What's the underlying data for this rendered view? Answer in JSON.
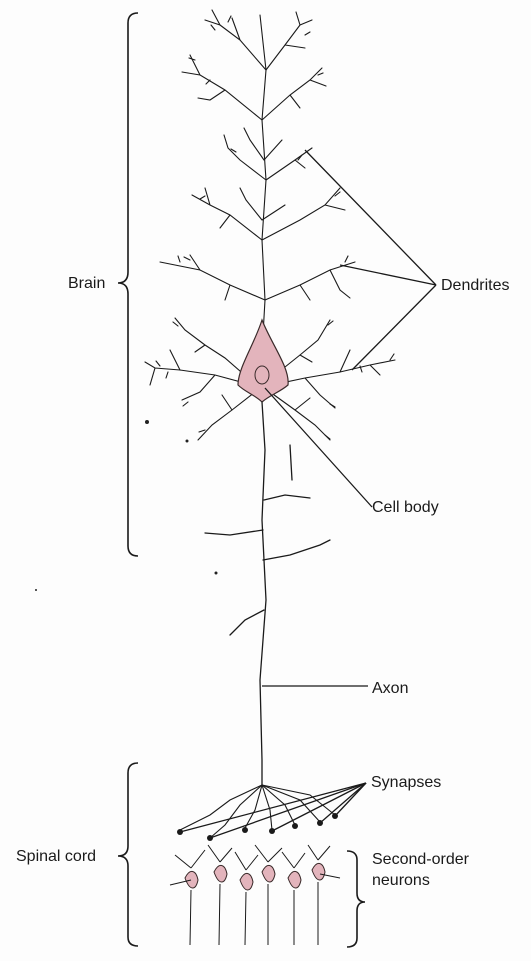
{
  "labels": {
    "brain": "Brain",
    "dendrites": "Dendrites",
    "cell_body": "Cell body",
    "axon": "Axon",
    "synapses": "Synapses",
    "spinal_cord": "Spinal cord",
    "second_order_neurons": "Second-order neurons"
  },
  "colors": {
    "line": "#1a1a1a",
    "cell_fill": "#e3b4bc",
    "cell_stroke": "#3a2a2a",
    "background": "#fdfdfd"
  }
}
